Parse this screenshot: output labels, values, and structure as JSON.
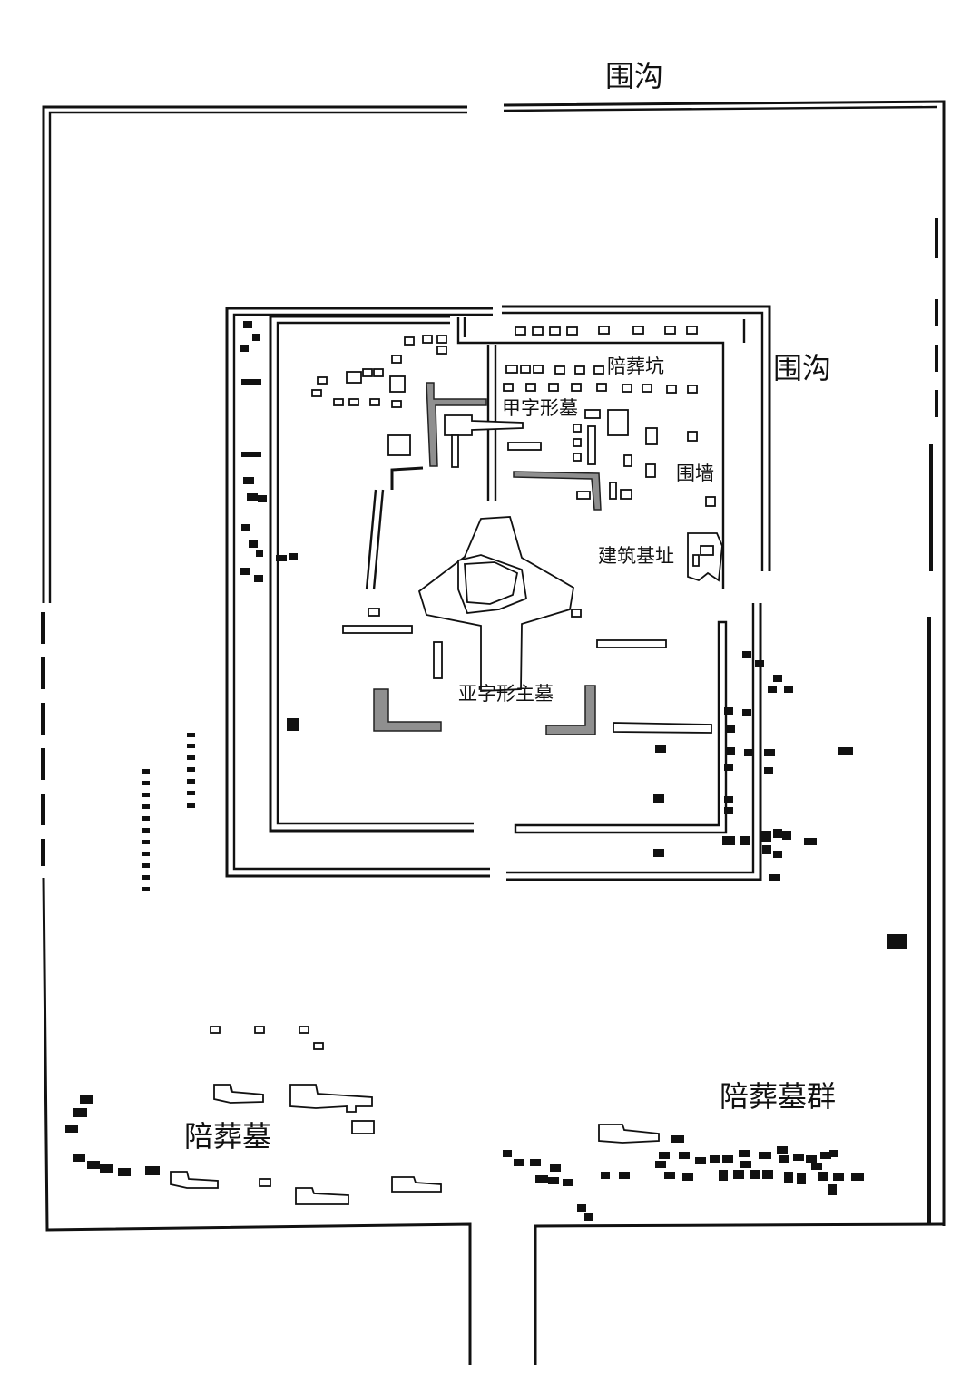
{
  "labels": {
    "outer_moat": "围沟",
    "inner_moat": "围沟",
    "sacrificial_pits": "陪葬坑",
    "jia_tomb": "甲字形墓",
    "enclosure_wall": "围墙",
    "building_foundation": "建筑基址",
    "main_tomb": "亚字形主墓",
    "satellite_tombs": "陪葬墓",
    "satellite_tomb_group": "陪葬墓群"
  },
  "colors": {
    "line": "#111111",
    "gray_fill": "#8f8f8f",
    "background": "#ffffff"
  }
}
